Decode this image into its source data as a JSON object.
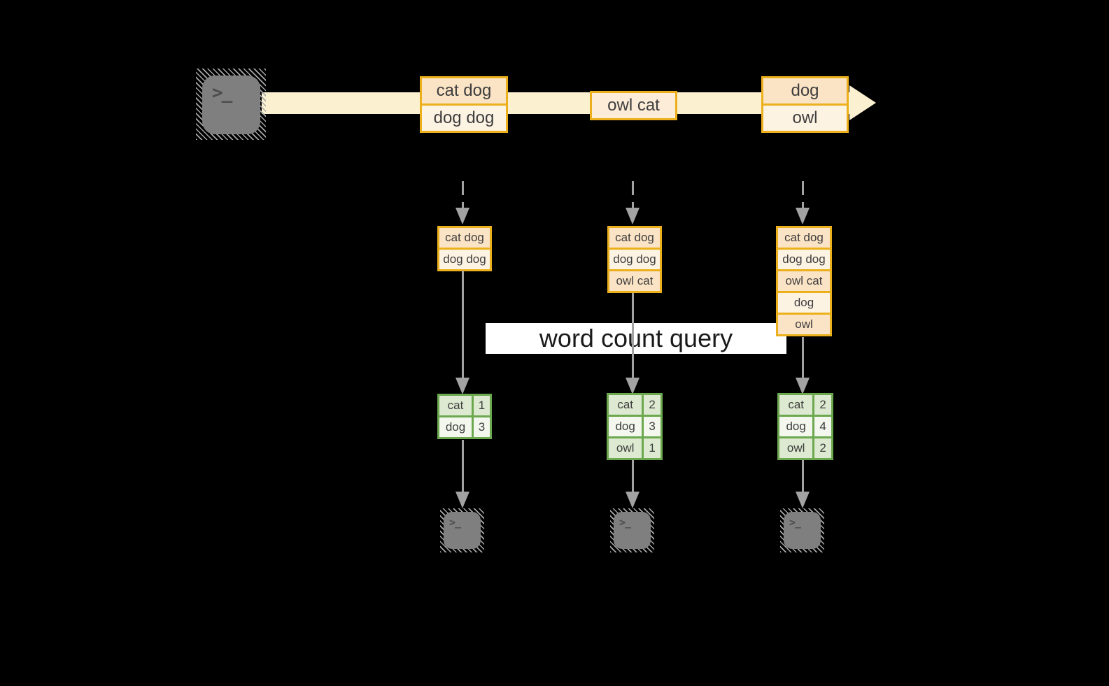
{
  "banner": {
    "label": "word count query"
  },
  "terminal": {
    "glyph": ">_"
  },
  "stream": {
    "batches": [
      {
        "items": [
          "cat dog",
          "dog dog"
        ]
      },
      {
        "items": [
          "owl cat"
        ]
      },
      {
        "items": [
          "dog",
          "owl"
        ]
      }
    ]
  },
  "columns": [
    {
      "buffer": [
        "cat dog",
        "dog dog"
      ],
      "counts": [
        {
          "word": "cat",
          "count": "1"
        },
        {
          "word": "dog",
          "count": "3"
        }
      ]
    },
    {
      "buffer": [
        "cat dog",
        "dog dog",
        "owl cat"
      ],
      "counts": [
        {
          "word": "cat",
          "count": "2"
        },
        {
          "word": "dog",
          "count": "3"
        },
        {
          "word": "owl",
          "count": "1"
        }
      ]
    },
    {
      "buffer": [
        "cat dog",
        "dog dog",
        "owl cat",
        "dog",
        "owl"
      ],
      "counts": [
        {
          "word": "cat",
          "count": "2"
        },
        {
          "word": "dog",
          "count": "4"
        },
        {
          "word": "owl",
          "count": "2"
        }
      ]
    }
  ],
  "colors": {
    "background": "#000000",
    "stream_band": "#fbf0cf",
    "box_border_orange": "#ecb01c",
    "cell_peach": "#fbe3c5",
    "cell_cream": "#fdf3e3",
    "cell_owlcat": "#fcecd8",
    "table_border_green": "#6ba84e",
    "table_cell_sage": "#dde9d0",
    "table_cell_light": "#f3f7ee",
    "arrow_gray": "#a2a2a2",
    "terminal_gray": "#7f7f7f",
    "banner_bg": "#ffffff",
    "text_dark": "#3e3e3e"
  }
}
